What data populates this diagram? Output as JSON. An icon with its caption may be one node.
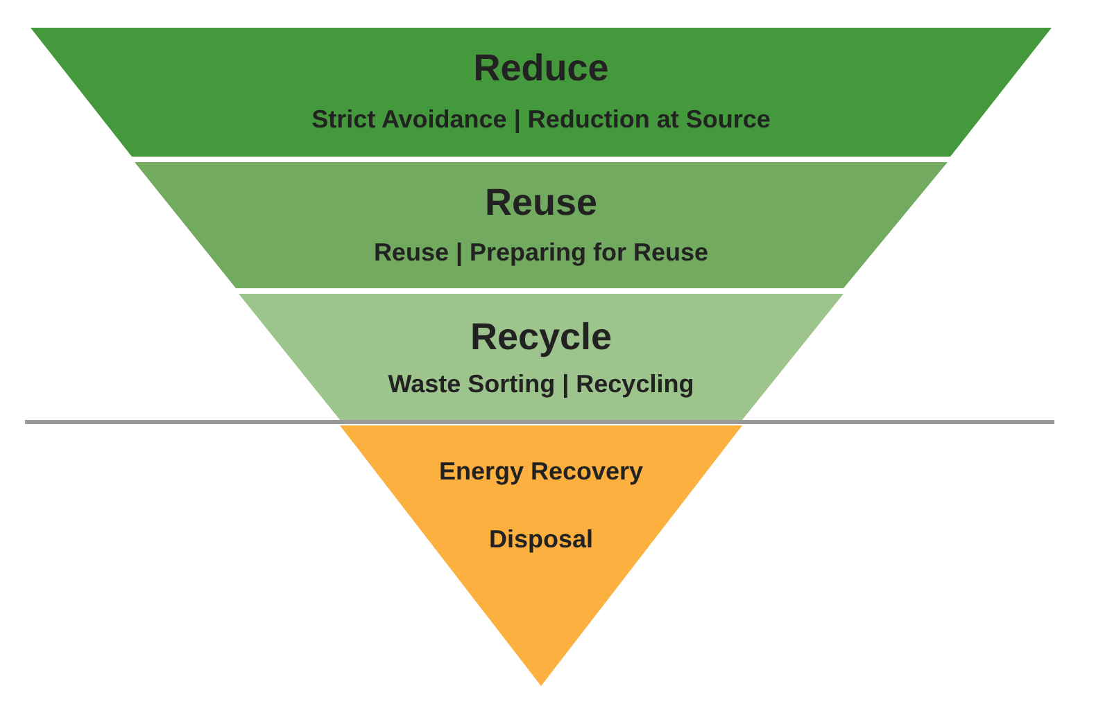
{
  "diagram": {
    "nodes": [
      {
        "text": [
          "Reduce",
          "Strict Avoidance | Reduction at Source"
        ]
      },
      {
        "text": [
          "Reuse",
          "Reuse | Preparing for Reuse"
        ]
      },
      {
        "text": [
          "Recycle",
          "Waste Sorting | Recycling"
        ]
      },
      {
        "text": [
          "Energy Recovery",
          "Disposal"
        ]
      }
    ]
  }
}
